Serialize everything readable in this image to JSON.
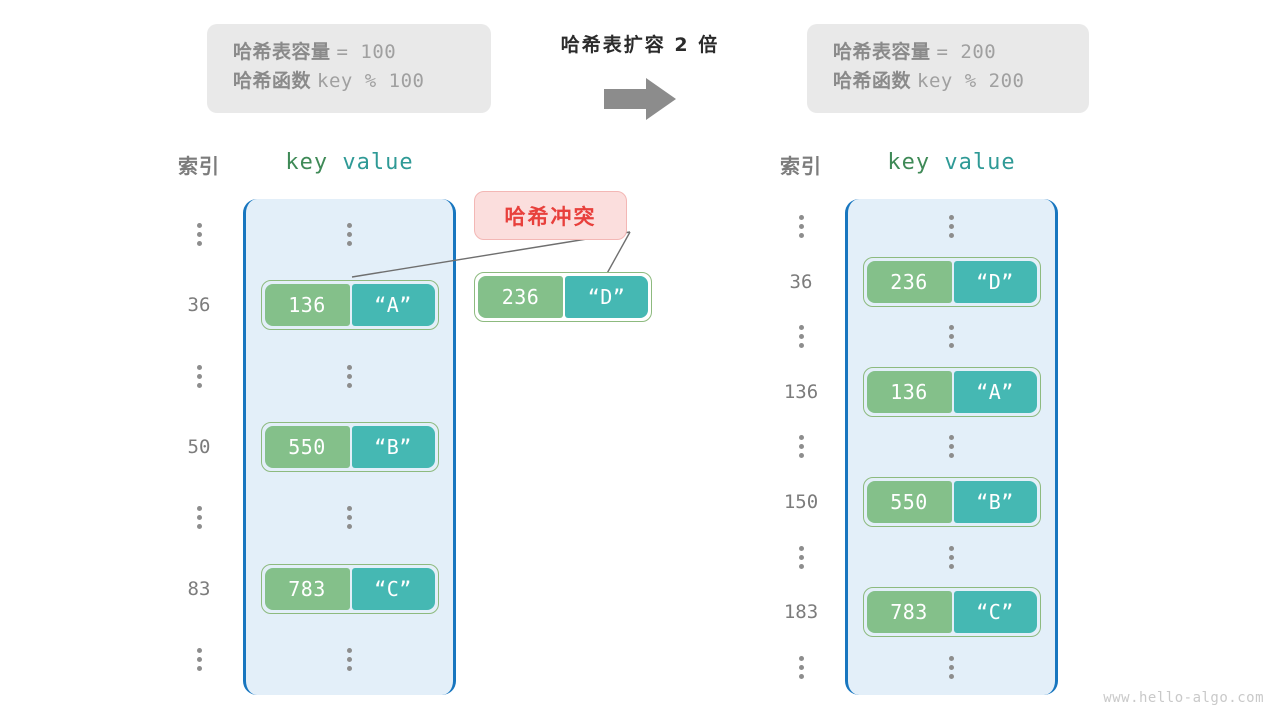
{
  "header": {
    "left_box": {
      "capacity_label": "哈希表容量",
      "capacity_value": "= 100",
      "function_label": "哈希函数",
      "function_value": "key % 100"
    },
    "right_box": {
      "capacity_label": "哈希表容量",
      "capacity_value": "= 200",
      "function_label": "哈希函数",
      "function_value": "key % 200"
    },
    "center_caption": "哈希表扩容 2 倍",
    "arrow_icon": "arrow-right-icon",
    "arrow_color": "#8c8c8c"
  },
  "columns": {
    "index_title": "索引",
    "key_title": "key",
    "value_title": "value",
    "key_color": "#3f8a57",
    "value_color": "#2f9a96"
  },
  "collision": {
    "label": "哈希冲突",
    "text_color": "#e8403c",
    "fill_color": "#fbdedd",
    "border_color": "#f3b7b5"
  },
  "floating_entry": {
    "index": "",
    "key": "236",
    "value": "“D”"
  },
  "left_table": {
    "container_border_color": "#1876bf",
    "container_fill_color": "#e3eff9",
    "rows": [
      {
        "type": "ellipsis",
        "index": ""
      },
      {
        "type": "entry",
        "index": "36",
        "key": "136",
        "value": "“A”"
      },
      {
        "type": "ellipsis",
        "index": ""
      },
      {
        "type": "entry",
        "index": "50",
        "key": "550",
        "value": "“B”"
      },
      {
        "type": "ellipsis",
        "index": ""
      },
      {
        "type": "entry",
        "index": "83",
        "key": "783",
        "value": "“C”"
      },
      {
        "type": "ellipsis",
        "index": ""
      }
    ]
  },
  "right_table": {
    "container_border_color": "#1876bf",
    "container_fill_color": "#e3eff9",
    "rows": [
      {
        "type": "ellipsis",
        "index": ""
      },
      {
        "type": "entry",
        "index": "36",
        "key": "236",
        "value": "“D”"
      },
      {
        "type": "ellipsis",
        "index": ""
      },
      {
        "type": "entry",
        "index": "136",
        "key": "136",
        "value": "“A”"
      },
      {
        "type": "ellipsis",
        "index": ""
      },
      {
        "type": "entry",
        "index": "150",
        "key": "550",
        "value": "“B”"
      },
      {
        "type": "ellipsis",
        "index": ""
      },
      {
        "type": "entry",
        "index": "183",
        "key": "783",
        "value": "“C”"
      },
      {
        "type": "ellipsis",
        "index": ""
      }
    ]
  },
  "entry_colors": {
    "key_fill": "#84c08a",
    "value_fill": "#45b8b3",
    "pair_border": "#8dba7f"
  },
  "watermark": "www.hello-algo.com"
}
